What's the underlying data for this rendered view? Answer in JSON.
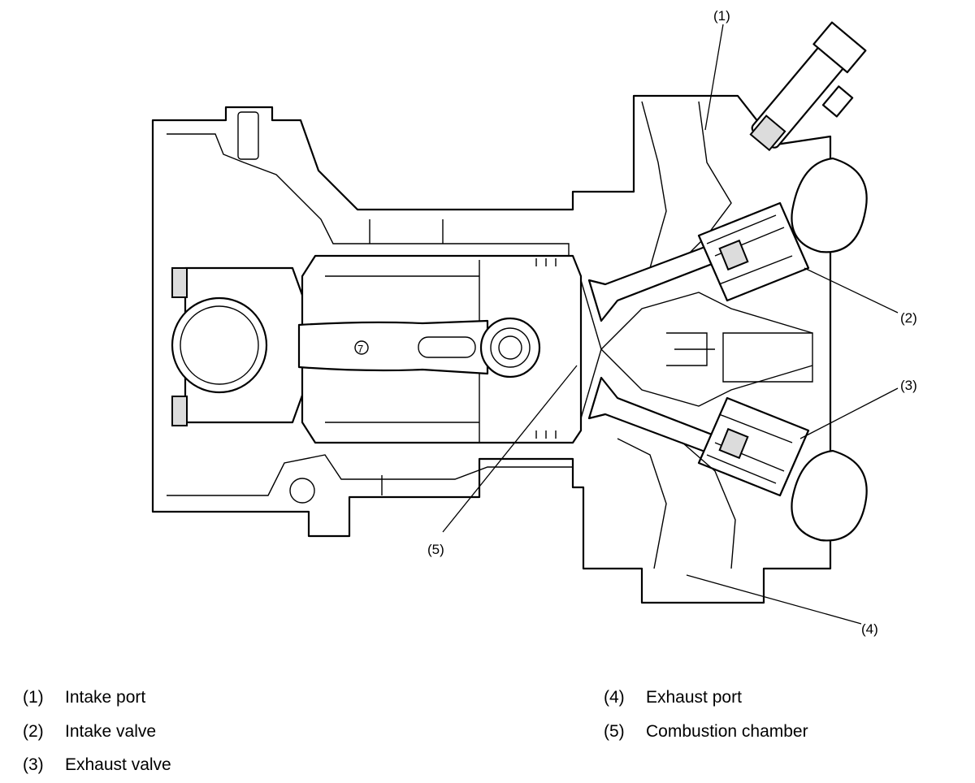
{
  "callouts": {
    "c1": "(1)",
    "c2": "(2)",
    "c3": "(3)",
    "c4": "(4)",
    "c5": "(5)"
  },
  "legend": [
    {
      "num": "(1)",
      "label": "Intake port"
    },
    {
      "num": "(2)",
      "label": "Intake valve"
    },
    {
      "num": "(3)",
      "label": "Exhaust valve"
    },
    {
      "num": "(4)",
      "label": "Exhaust port"
    },
    {
      "num": "(5)",
      "label": "Combustion chamber"
    }
  ]
}
